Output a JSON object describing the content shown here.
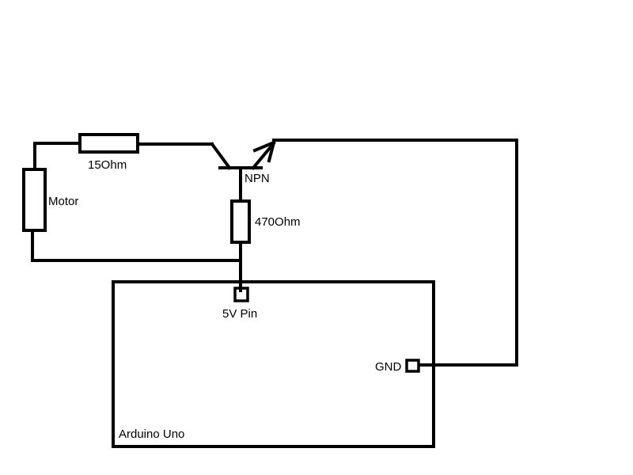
{
  "labels": {
    "resistor_15": "15Ohm",
    "motor": "Motor",
    "transistor": "NPN",
    "resistor_470": "470Ohm",
    "pin_5v": "5V Pin",
    "gnd": "GND",
    "board": "Arduino Uno"
  },
  "colors": {
    "stroke": "#000000",
    "background": "#ffffff"
  }
}
